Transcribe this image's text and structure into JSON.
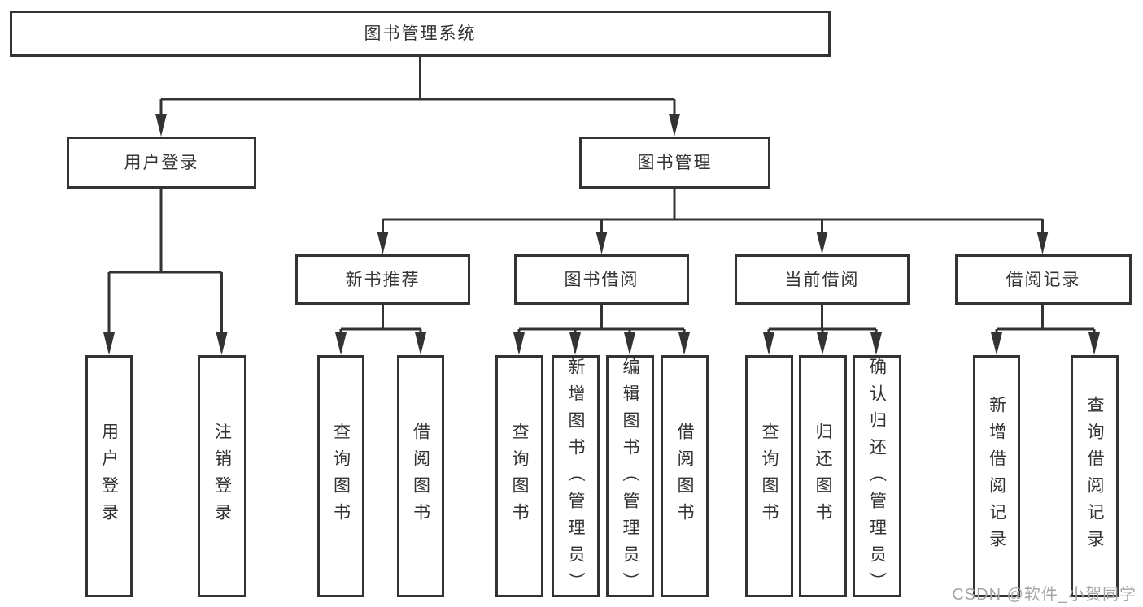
{
  "diagram": {
    "root": {
      "label": "图书管理系统"
    },
    "branches": [
      {
        "label": "用户登录",
        "children": [
          {
            "label": "用户登录"
          },
          {
            "label": "注销登录"
          }
        ]
      },
      {
        "label": "图书管理",
        "children": [
          {
            "label": "新书推荐",
            "children": [
              {
                "label": "查询图书"
              },
              {
                "label": "借阅图书"
              }
            ]
          },
          {
            "label": "图书借阅",
            "children": [
              {
                "label": "查询图书"
              },
              {
                "label": "新增图书（管理员）"
              },
              {
                "label": "编辑图书（管理员）"
              },
              {
                "label": "借阅图书"
              }
            ]
          },
          {
            "label": "当前借阅",
            "children": [
              {
                "label": "查询图书"
              },
              {
                "label": "归还图书"
              },
              {
                "label": "确认归还（管理员）"
              }
            ]
          },
          {
            "label": "借阅记录",
            "children": [
              {
                "label": "新增借阅记录"
              },
              {
                "label": "查询借阅记录"
              }
            ]
          }
        ]
      }
    ]
  },
  "watermark": {
    "text": "CSDN @软件_小贺同学"
  },
  "colors": {
    "line": "#333333",
    "text": "#333333",
    "watermark": "#a6a6a6",
    "background": "#ffffff"
  }
}
